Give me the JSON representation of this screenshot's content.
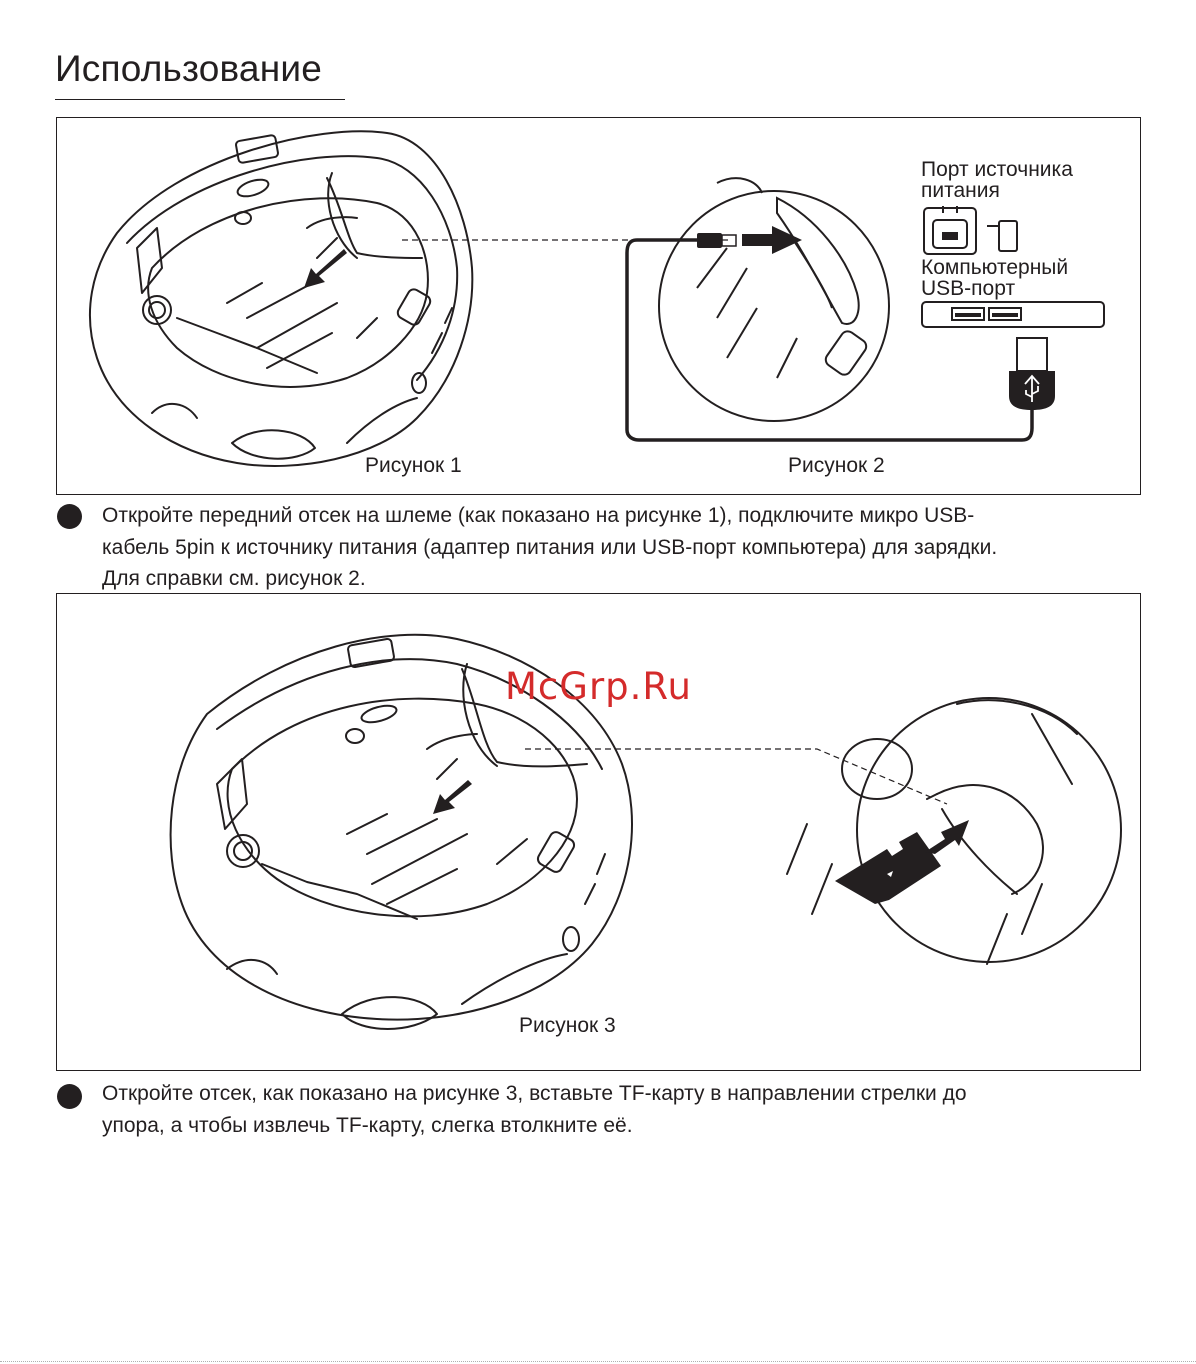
{
  "page": {
    "title": "Использование",
    "watermark": "McGrp.Ru"
  },
  "figure_1_2": {
    "caption_1": "Рисунок 1",
    "caption_2": "Рисунок 2",
    "power_port_label_line1": "Порт источника",
    "power_port_label_line2": "питания",
    "usb_port_label_line1": "Компьютерный",
    "usb_port_label_line2": "USB-порт"
  },
  "step_1": {
    "lines": [
      "Откройте передний отсек на шлеме (как показано на рисунке 1), подключите микро USB-",
      "кабель 5pin к источнику питания (адаптер питания или USB-порт компьютера) для зарядки.",
      "Для справки см. рисунок 2."
    ]
  },
  "figure_3": {
    "caption": "Рисунок 3"
  },
  "step_2": {
    "lines": [
      "Откройте отсек, как показано на рисунке 3, вставьте TF-карту в направлении стрелки до",
      "упора, а чтобы извлечь TF-карту, слегка втолкните её."
    ]
  },
  "colors": {
    "ink": "#231f20",
    "watermark": "#d42b2b"
  }
}
